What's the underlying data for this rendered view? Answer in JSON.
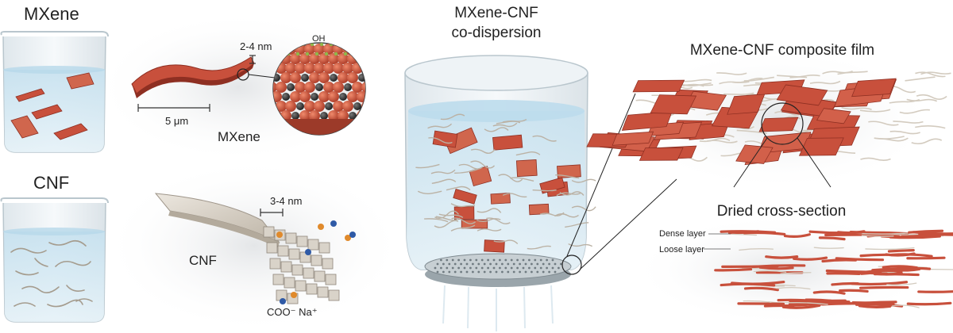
{
  "labels": {
    "mxene_beaker": "MXene",
    "cnf_beaker": "CNF",
    "mxene_flake": "MXene",
    "flake_thickness": "2-4 nm",
    "flake_length": "5 μm",
    "surface_group": "OH",
    "cnf_fiber": "CNF",
    "fiber_diameter": "3-4 nm",
    "carboxylate_group": "COO⁻ Na⁺",
    "codispersion_line1": "MXene-CNF",
    "codispersion_line2": "co-dispersion",
    "composite_film": "MXene-CNF composite film",
    "cross_section": "Dried cross-section",
    "dense_layer": "Dense layer",
    "loose_layer": "Loose layer"
  },
  "colors": {
    "mxene": "#c8503c",
    "mxene_dark": "#8e2f22",
    "cnf": "#d3cbbf",
    "water": "#cfe6f2",
    "glass": "#e7eef2"
  }
}
